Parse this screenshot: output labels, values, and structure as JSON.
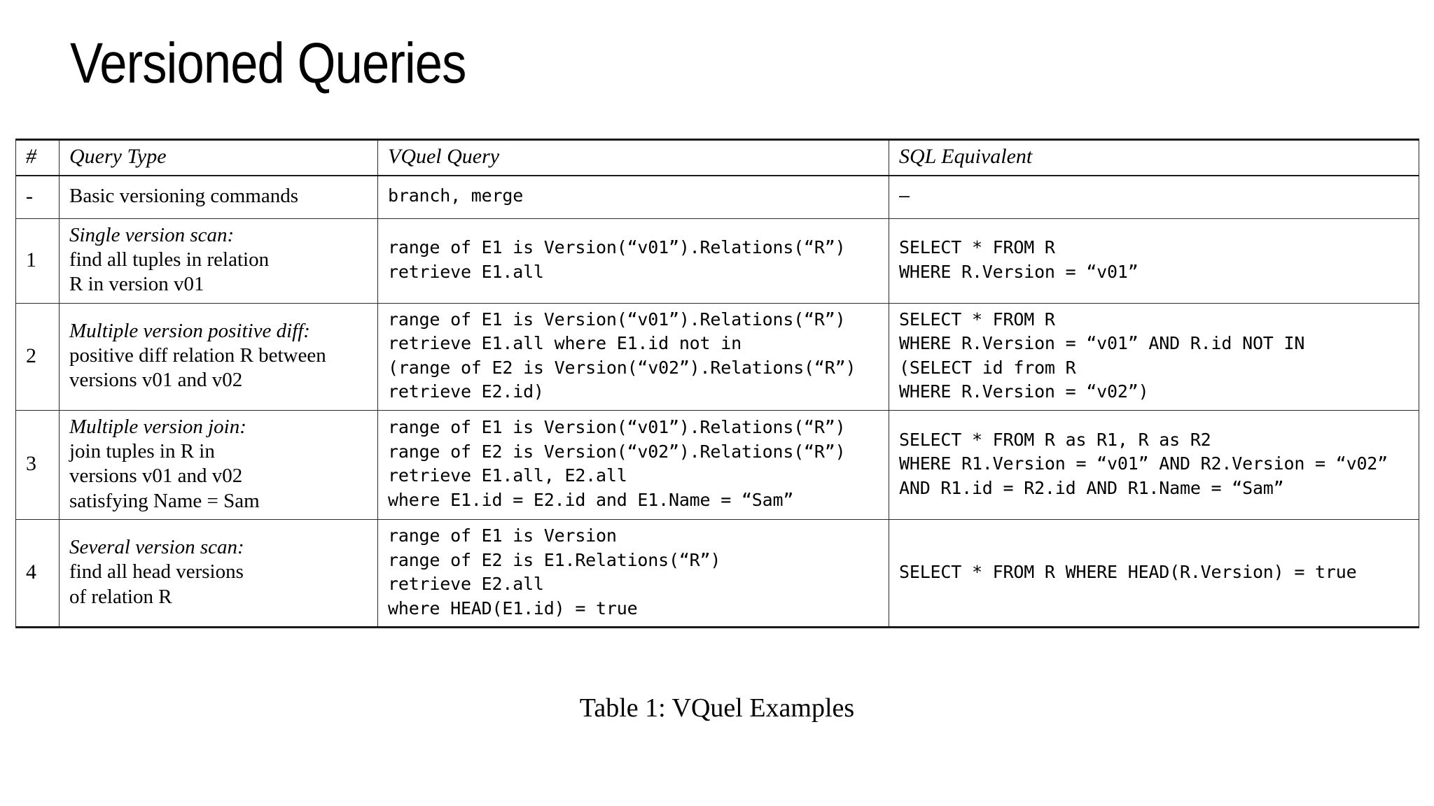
{
  "slide": {
    "title": "Versioned Queries",
    "caption": "Table 1: VQuel Examples"
  },
  "table": {
    "headers": {
      "num": "#",
      "query_type": "Query Type",
      "vquel_query": "VQuel Query",
      "sql_equivalent": "SQL Equivalent"
    },
    "rows": [
      {
        "num": "-",
        "type_title": "",
        "type_lines": [
          "Basic versioning commands"
        ],
        "vquel_lines": [
          "branch, merge"
        ],
        "sql_lines": [
          "–"
        ]
      },
      {
        "num": "1",
        "type_title": "Single version scan:",
        "type_lines": [
          "find all tuples in relation",
          "R in version v01"
        ],
        "vquel_lines": [
          "range of E1 is Version(“v01”).Relations(“R”)",
          "retrieve E1.all"
        ],
        "sql_lines": [
          "SELECT * FROM R",
          "WHERE R.Version = “v01”"
        ]
      },
      {
        "num": "2",
        "type_title": "Multiple version positive diff:",
        "type_lines": [
          "positive diff relation R between",
          "versions v01 and v02"
        ],
        "vquel_lines": [
          "range of E1 is Version(“v01”).Relations(“R”)",
          "retrieve E1.all where E1.id not in",
          "(range of E2 is Version(“v02”).Relations(“R”)",
          "retrieve E2.id)"
        ],
        "sql_lines": [
          "SELECT * FROM R",
          "WHERE R.Version = “v01” AND R.id NOT IN",
          "(SELECT id from R",
          "WHERE R.Version = “v02”)"
        ]
      },
      {
        "num": "3",
        "type_title": "Multiple version join:",
        "type_lines": [
          "join tuples in R in",
          "versions v01 and v02",
          "satisfying Name = Sam"
        ],
        "vquel_lines": [
          "range of E1 is Version(“v01”).Relations(“R”)",
          "range of E2 is Version(“v02”).Relations(“R”)",
          "retrieve E1.all, E2.all",
          "where E1.id = E2.id and E1.Name = “Sam”"
        ],
        "sql_lines": [
          "SELECT * FROM R as R1, R as R2",
          "WHERE R1.Version = “v01” AND R2.Version = “v02”",
          "AND R1.id = R2.id AND R1.Name = “Sam”"
        ]
      },
      {
        "num": "4",
        "type_title": "Several version scan:",
        "type_lines": [
          "find all head versions",
          "of relation R"
        ],
        "vquel_lines": [
          "range of E1 is Version",
          "range of E2 is E1.Relations(“R”)",
          "retrieve E2.all",
          "where HEAD(E1.id) = true"
        ],
        "sql_lines": [
          "SELECT * FROM R WHERE HEAD(R.Version) = true"
        ]
      }
    ]
  },
  "colors": {
    "background": "#ffffff",
    "text": "#000000",
    "border": "#2b2b2b"
  }
}
